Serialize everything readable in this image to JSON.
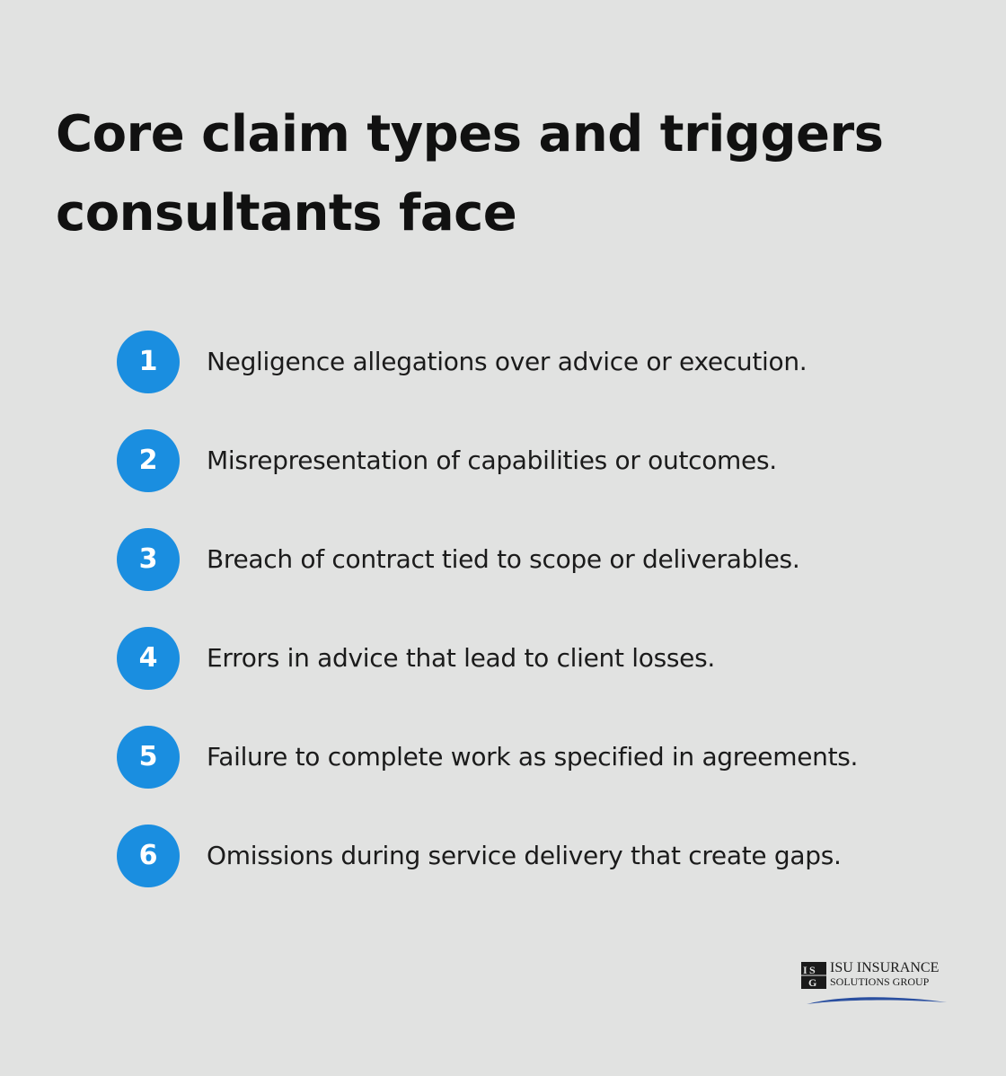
{
  "title": "Core claim types and triggers consultants face",
  "accent_color": "#1a8ee0",
  "items": [
    {
      "number": "1",
      "text": "Negligence allegations over advice or execution."
    },
    {
      "number": "2",
      "text": "Misrepresentation of capabilities or outcomes."
    },
    {
      "number": "3",
      "text": "Breach of contract tied to scope or deliverables."
    },
    {
      "number": "4",
      "text": "Errors in advice that lead to client losses."
    },
    {
      "number": "5",
      "text": "Failure to complete work as specified in agreements."
    },
    {
      "number": "6",
      "text": "Omissions during service delivery that create gaps."
    }
  ],
  "logo": {
    "line1": "ISU INSURANCE",
    "line2": "SOLUTIONS GROUP",
    "mark_letters": "ISG",
    "swoosh_color": "#2a4fa0"
  }
}
